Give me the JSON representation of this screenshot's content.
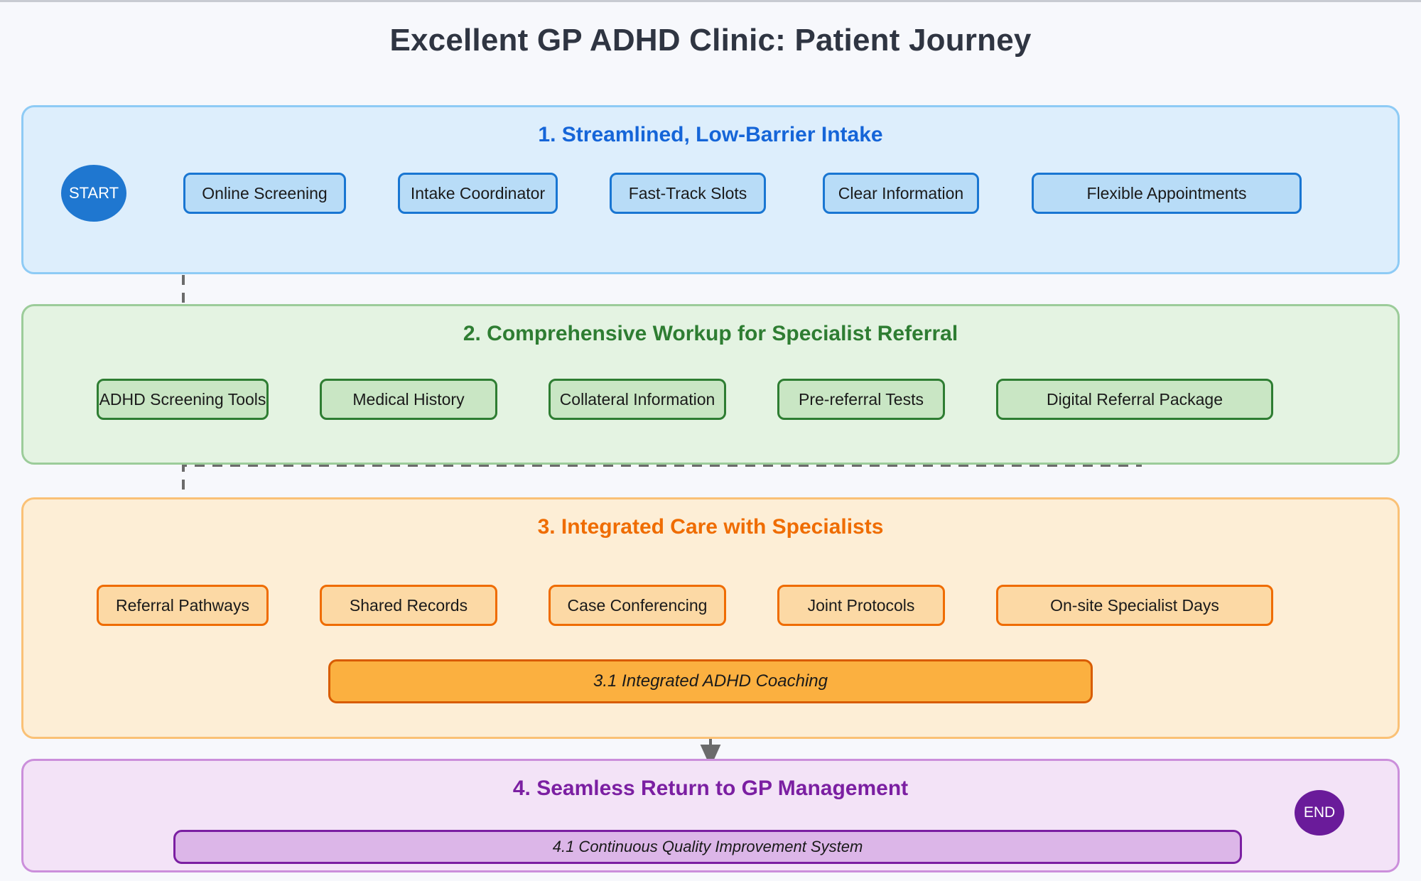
{
  "page": {
    "title": "Excellent GP ADHD Clinic: Patient Journey",
    "background_color": "#f7f8fc"
  },
  "terminals": {
    "start": {
      "label": "START",
      "color": "#1f77d0"
    },
    "end": {
      "label": "END",
      "color": "#6a1b9a"
    }
  },
  "phases": [
    {
      "id": "phase-1",
      "title": "1. Streamlined, Low-Barrier Intake",
      "accent": "#1565d8",
      "fill": "#ddeefc",
      "border": "#8ecbf5",
      "node_fill": "#b8dcf7",
      "node_border": "#1976d2",
      "arrow": "#1f7ad4",
      "nodes": [
        {
          "label": "Online Screening"
        },
        {
          "label": "Intake Coordinator"
        },
        {
          "label": "Fast-Track Slots"
        },
        {
          "label": "Clear Information"
        },
        {
          "label": "Flexible Appointments"
        }
      ]
    },
    {
      "id": "phase-2",
      "title": "2. Comprehensive Workup for Specialist Referral",
      "accent": "#2e7d32",
      "fill": "#e4f3e2",
      "border": "#9ccc9a",
      "node_fill": "#c9e6c4",
      "node_border": "#2e7d32",
      "arrow": "#2e7d32",
      "nodes": [
        {
          "label": "ADHD Screening Tools"
        },
        {
          "label": "Medical History"
        },
        {
          "label": "Collateral Information"
        },
        {
          "label": "Pre-referral Tests"
        },
        {
          "label": "Digital Referral Package"
        }
      ]
    },
    {
      "id": "phase-3",
      "title": "3. Integrated Care with Specialists",
      "accent": "#ef6c00",
      "fill": "#fdeed6",
      "border": "#fac176",
      "node_fill": "#fcd9a5",
      "node_border": "#ef6c00",
      "arrow": "#ef6c00",
      "nodes": [
        {
          "label": "Referral Pathways"
        },
        {
          "label": "Shared Records"
        },
        {
          "label": "Case Conferencing"
        },
        {
          "label": "Joint Protocols"
        },
        {
          "label": "On-site Specialist Days"
        }
      ],
      "sub": {
        "label": "3.1 Integrated ADHD Coaching",
        "fill": "#fbb košice",
        "border": "#e65100"
      }
    },
    {
      "id": "phase-4",
      "title": "4. Seamless Return to GP Management",
      "accent": "#7b1fa2",
      "fill": "#f3e3f7",
      "border": "#cb8fdb",
      "node_fill": "#dcb6e8",
      "node_border": "#7b1fa2",
      "arrow": "#7b1fa2",
      "nodes": [],
      "sub": {
        "label": "4.1 Continuous Quality Improvement System"
      }
    }
  ],
  "sub_nodes": {
    "phase3": "3.1 Integrated ADHD Coaching",
    "phase4": "4.1 Continuous Quality Improvement System"
  },
  "connectors": {
    "style": "dashed",
    "color": "#6b6b6b"
  }
}
